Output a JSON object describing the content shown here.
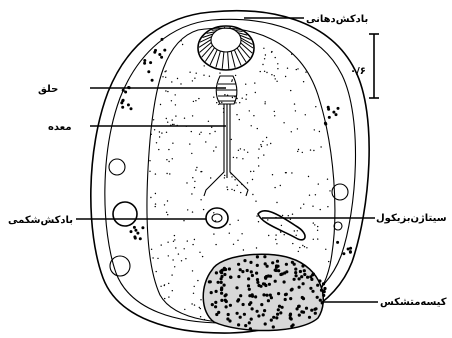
{
  "labels": {
    "oral_sucker": "بادکش‌دهانی",
    "pharynx": "حلق",
    "intestine": "معده",
    "ventral_sucker": "بادکش‌شکمی",
    "scale": "۰/۶",
    "cyst_wall": "سیتاژن‌بزیکول",
    "cyst_body": "کیسه‌متشکس"
  },
  "colors": {
    "ink": "#000000",
    "paper": "#ffffff"
  }
}
